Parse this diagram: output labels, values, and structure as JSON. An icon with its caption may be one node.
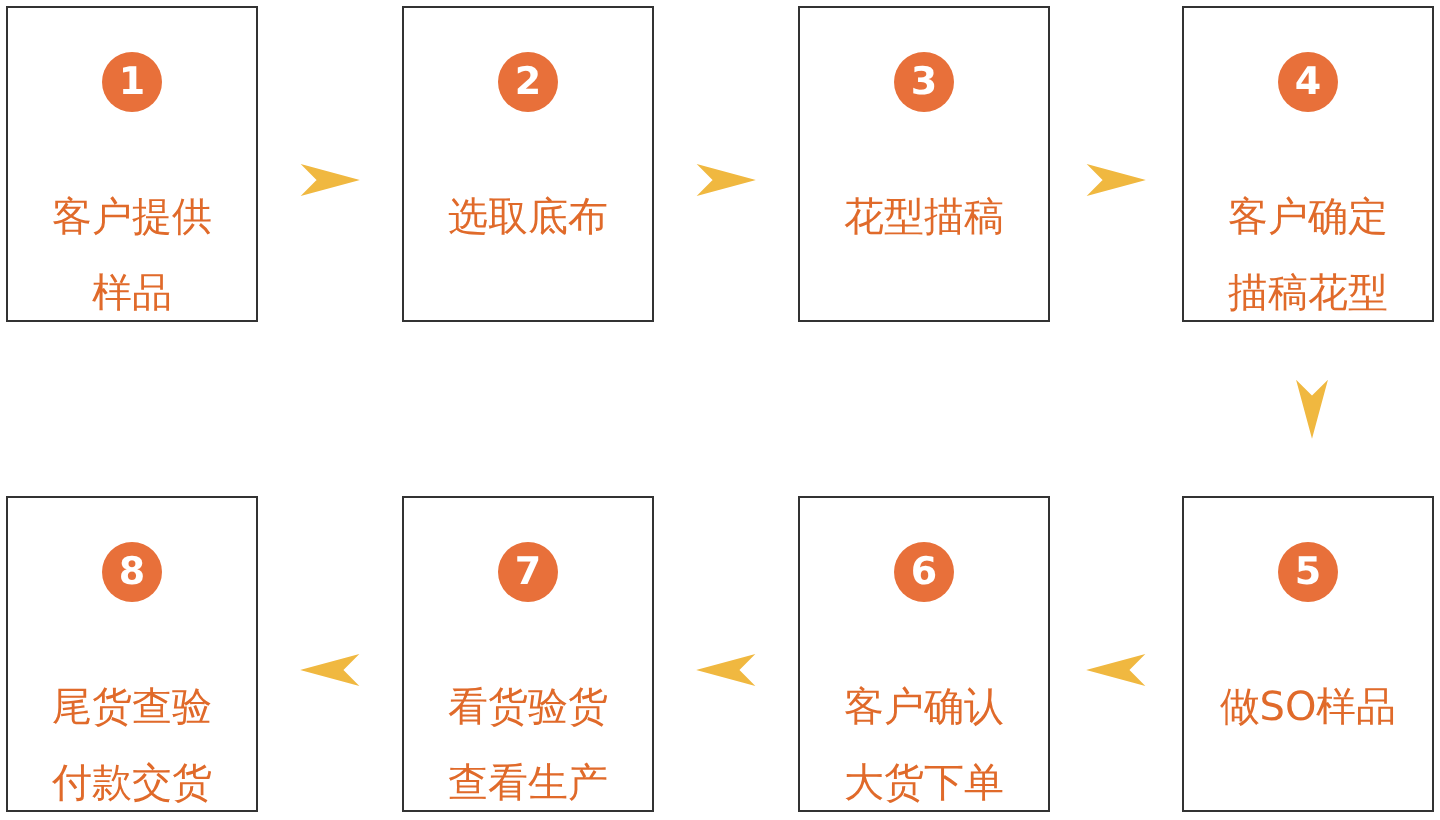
{
  "diagram": {
    "nodes": [
      {
        "text": [
          "1",
          "客户提供样品"
        ]
      },
      {
        "text": [
          "2",
          "选取底布"
        ]
      },
      {
        "text": [
          "3",
          "花型描稿"
        ]
      },
      {
        "text": [
          "4",
          "客户确定描稿花型"
        ]
      },
      {
        "text": [
          "5",
          "做SO样品"
        ]
      },
      {
        "text": [
          "6",
          "客户确认大货下单"
        ]
      },
      {
        "text": [
          "7",
          "看货验货查看生产"
        ]
      },
      {
        "text": [
          "8",
          "尾货查验付款交货"
        ]
      }
    ],
    "edges": [
      {
        "from": 0,
        "to": 1,
        "arrow": "to"
      },
      {
        "from": 1,
        "to": 2,
        "arrow": "to"
      },
      {
        "from": 2,
        "to": 3,
        "arrow": "to"
      },
      {
        "from": 3,
        "to": 4,
        "arrow": "to"
      },
      {
        "from": 4,
        "to": 5,
        "arrow": "to"
      },
      {
        "from": 5,
        "to": 6,
        "arrow": "to"
      },
      {
        "from": 6,
        "to": 7,
        "arrow": "to"
      }
    ]
  }
}
